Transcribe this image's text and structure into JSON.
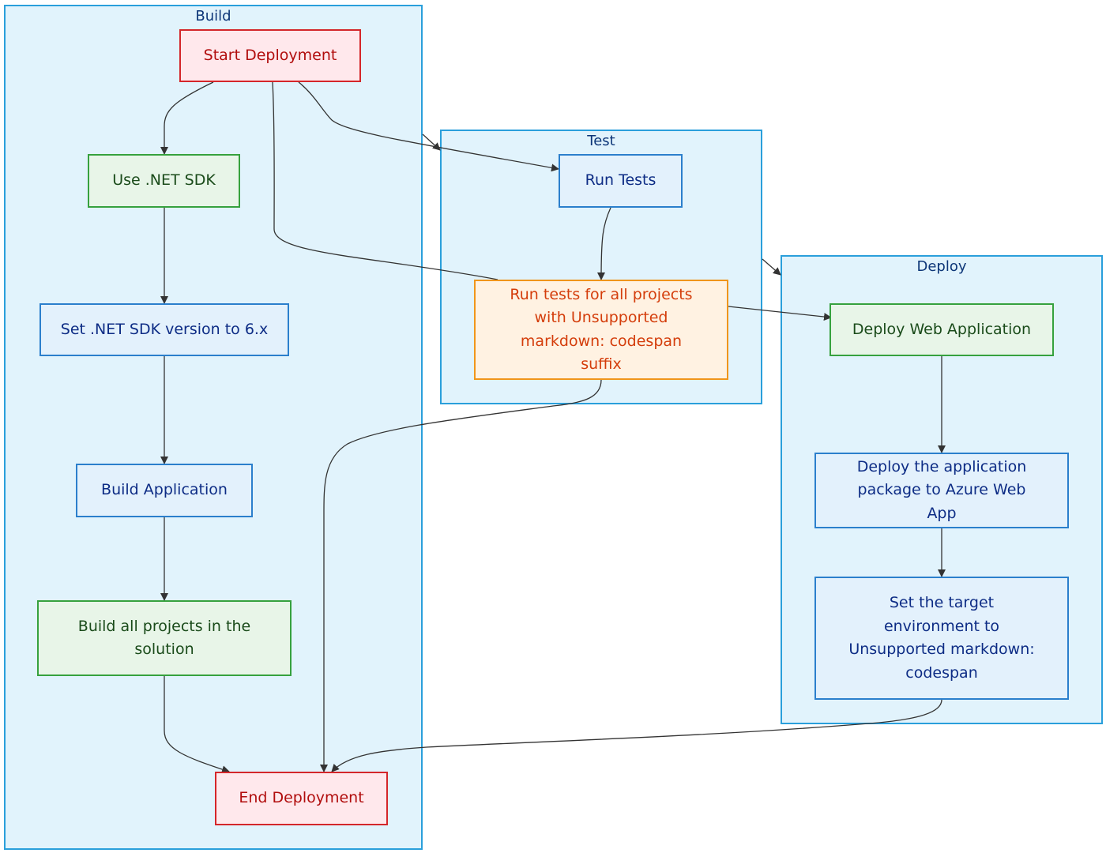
{
  "clusters": {
    "build": {
      "label": "Build"
    },
    "test": {
      "label": "Test"
    },
    "deploy": {
      "label": "Deploy"
    }
  },
  "nodes": {
    "start": {
      "label": "Start Deployment"
    },
    "use_sdk": {
      "label": "Use .NET SDK"
    },
    "set_sdk": {
      "label": "Set .NET SDK version to 6.x"
    },
    "build_app": {
      "label": "Build Application"
    },
    "build_all": {
      "label": "Build all projects in the solution"
    },
    "end": {
      "label": "End Deployment"
    },
    "run_tests": {
      "label": "Run Tests"
    },
    "run_all_tests": {
      "label": "Run tests for all projects with Unsupported markdown: codespan suffix"
    },
    "deploy_web": {
      "label": "Deploy Web Application"
    },
    "deploy_pkg": {
      "label": "Deploy the application package to Azure Web App"
    },
    "set_env": {
      "label": "Set the target environment to Unsupported markdown: codespan"
    }
  },
  "colors": {
    "cluster_fill": "#e1f3fc",
    "cluster_border": "#2a9fdb",
    "terminal_fill": "#ffe8ec",
    "terminal_border": "#d4262a",
    "config_fill": "#e8f5e8",
    "config_border": "#36a13e",
    "process_fill": "#e3f1fc",
    "process_border": "#2b7fcc",
    "highlight_fill": "#fff2e2",
    "highlight_border": "#f0951b",
    "edge": "#333333"
  }
}
